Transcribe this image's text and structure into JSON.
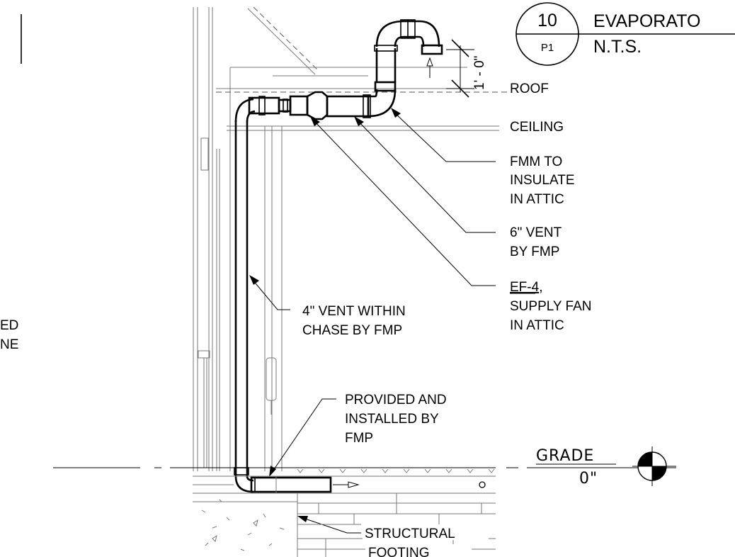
{
  "title_block": {
    "detail_number": "10",
    "sheet": "P1",
    "title": "EVAPORATO",
    "scale": "N.T.S."
  },
  "dimension": {
    "text": "1' - 0\""
  },
  "grade": {
    "label": "GRADE",
    "elevation": "0\""
  },
  "labels": {
    "roof": "ROOF",
    "ceiling": "CEILING",
    "fmm": [
      "FMM TO",
      "INSULATE",
      "IN ATTIC"
    ],
    "vent6": [
      "6\" VENT",
      "BY FMP"
    ],
    "ef4": [
      "EF-4",
      ",",
      "SUPPLY FAN",
      "IN ATTIC"
    ],
    "vent4": [
      "4\" VENT WITHIN",
      "CHASE BY FMP"
    ],
    "provided": [
      "PROVIDED AND",
      "INSTALLED BY",
      "FMP"
    ],
    "footing": [
      "STRUCTURAL",
      "FOOTING"
    ],
    "left_fragment": [
      "ED",
      "NE"
    ]
  }
}
